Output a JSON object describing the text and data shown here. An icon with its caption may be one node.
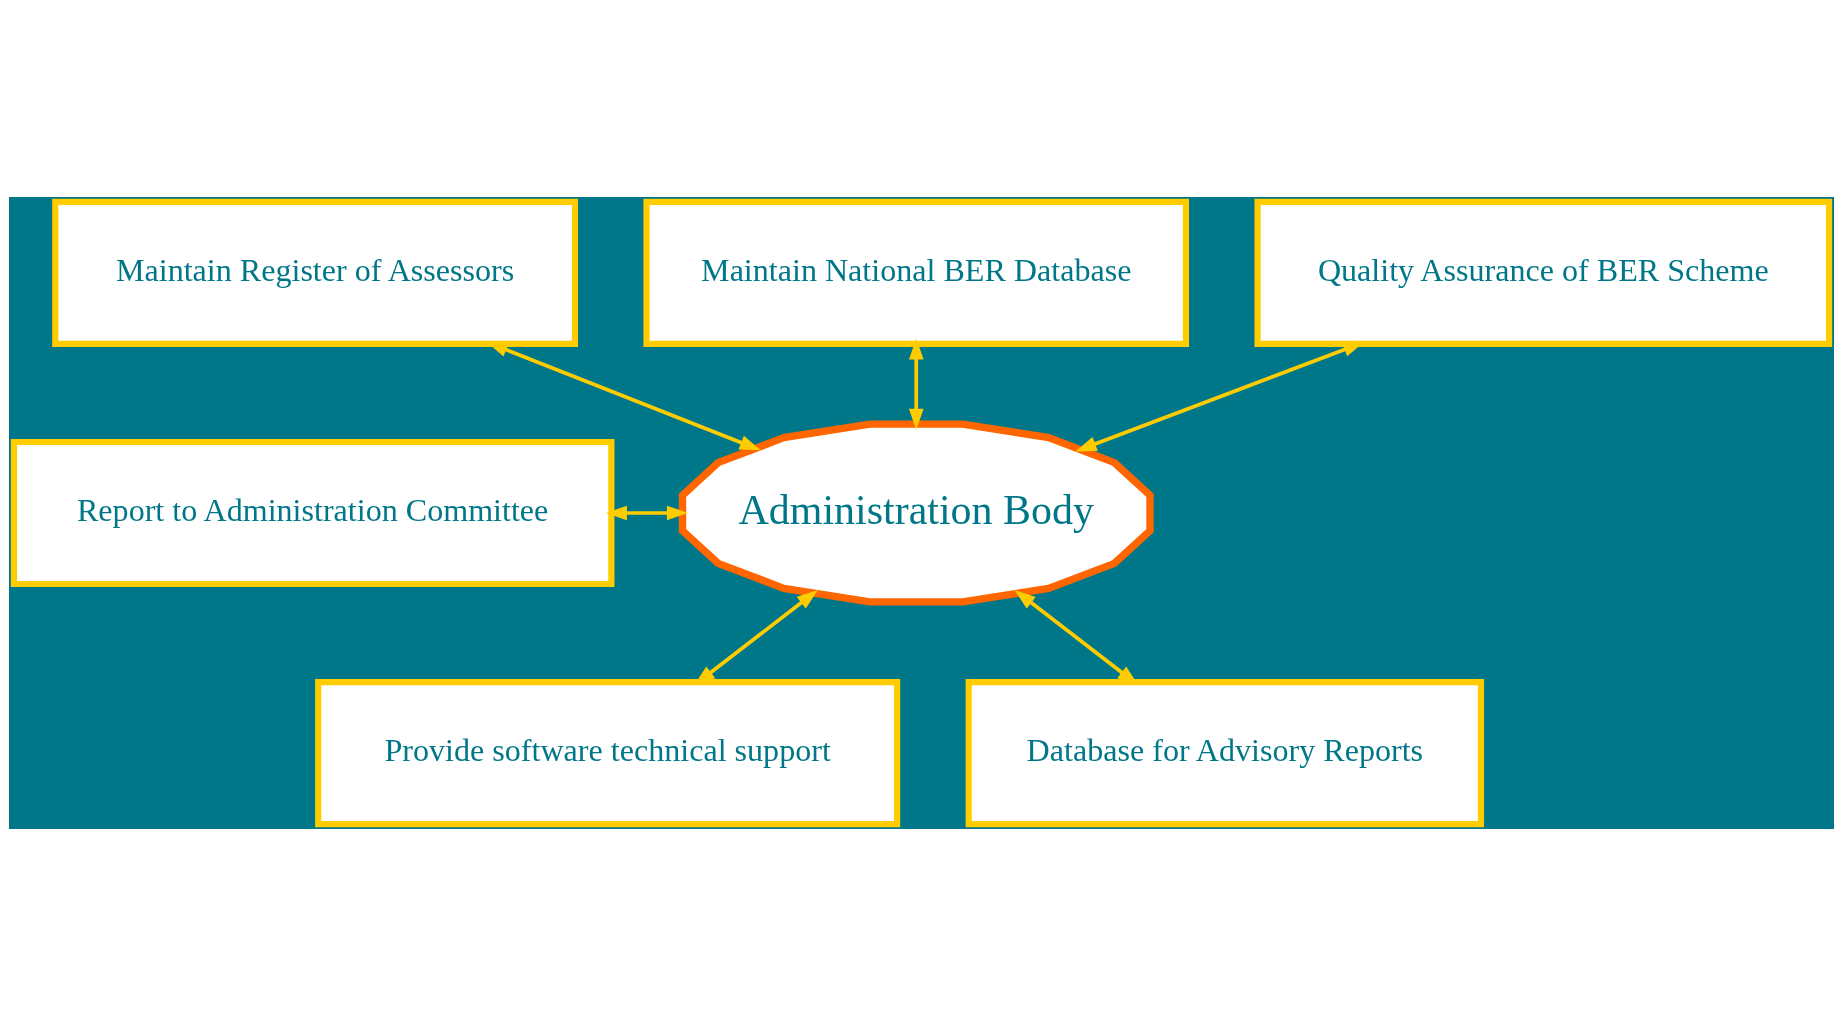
{
  "diagram": {
    "nodes": [
      {
        "text": [
          "Maintain Register of Assessors"
        ]
      },
      {
        "text": [
          "Maintain National BER Database"
        ]
      },
      {
        "text": [
          "Quality Assurance of BER Scheme"
        ]
      },
      {
        "text": [
          "Report to Administration Committee"
        ]
      },
      {
        "text": [
          "Administration Body"
        ]
      },
      {
        "text": [
          "Provide software technical support"
        ]
      },
      {
        "text": [
          "Database for Advisory Reports"
        ]
      }
    ],
    "edges": [
      {
        "from": 0,
        "to": 4,
        "arrow": "both"
      },
      {
        "from": 1,
        "to": 4,
        "arrow": "both"
      },
      {
        "from": 2,
        "to": 4,
        "arrow": "both"
      },
      {
        "from": 3,
        "to": 4,
        "arrow": "both"
      },
      {
        "from": 4,
        "to": 5,
        "arrow": "both"
      },
      {
        "from": 4,
        "to": 6,
        "arrow": "both"
      }
    ]
  }
}
